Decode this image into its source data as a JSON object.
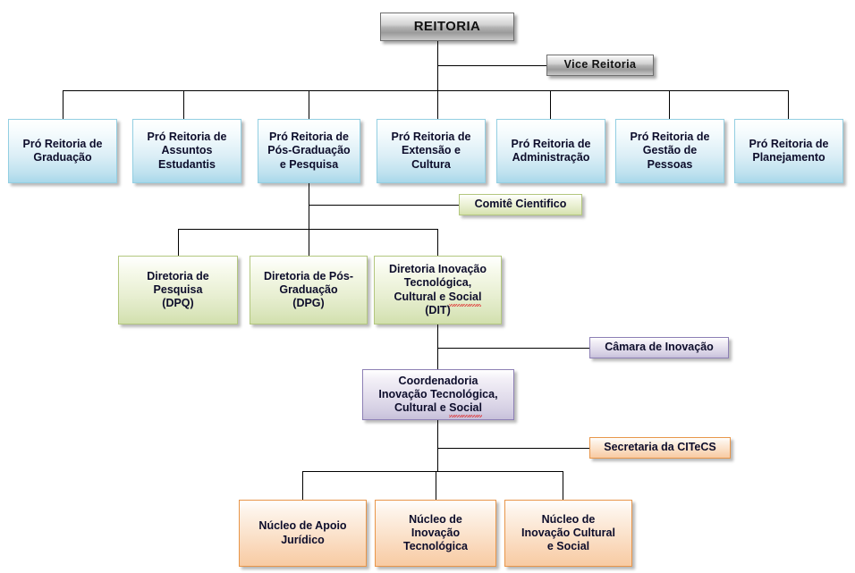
{
  "title": "Organograma REITORIA",
  "colors": {
    "silver": "#b4b4b4",
    "blue": "#a9d8ea",
    "blue_border": "#93cfe2",
    "green": "#d2e0ad",
    "green_border": "#b3c77e",
    "purple": "#c7c0da",
    "purple_border": "#8d80b5",
    "orange": "#f8cba3",
    "orange_border": "#e8964a",
    "line": "#000000",
    "text": "#0d0d2b"
  },
  "nodes": {
    "reitoria": "REITORIA",
    "vice_reitoria": "Vice Reitoria",
    "pro_reitorias": [
      {
        "line1": "Pró Reitoria de",
        "line2": "Graduação",
        "line3": ""
      },
      {
        "line1": "Pró Reitoria de",
        "line2": "Assuntos",
        "line3": "Estudantis"
      },
      {
        "line1": "Pró Reitoria de",
        "line2": "Pós-Graduação",
        "line3": "e Pesquisa"
      },
      {
        "line1": "Pró Reitoria de",
        "line2": "Extensão e",
        "line3": "Cultura"
      },
      {
        "line1": "Pró Reitoria de",
        "line2": "Administração",
        "line3": ""
      },
      {
        "line1": "Pró Reitoria de",
        "line2": "Gestão de",
        "line3": "Pessoas"
      },
      {
        "line1": "Pró Reitoria de",
        "line2": "Planejamento",
        "line3": ""
      }
    ],
    "comite_cientifico": "Comitê Cientifico",
    "diretorias": [
      {
        "line1": "Diretoria de",
        "line2": "Pesquisa",
        "line3": "(DPQ)",
        "line4": ""
      },
      {
        "line1": "Diretoria de Pós-",
        "line2": "Graduação",
        "line3": "(DPG)",
        "line4": ""
      },
      {
        "line1": "Diretoria Inovação",
        "line2": "Tecnológica,",
        "line3": "Cultural e ",
        "line3_misspelled": "Social",
        "line4": "(DIT)"
      }
    ],
    "camara_inovacao": "Câmara de Inovação",
    "coordenadoria": {
      "line1": "Coordenadoria",
      "line2": "Inovação Tecnológica,",
      "line3": "Cultural e ",
      "line3_misspelled": "Social"
    },
    "secretaria": "Secretaria da CITeCS",
    "nucleos": [
      {
        "line1": "Núcleo de Apoio",
        "line2": "Jurídico",
        "line3": ""
      },
      {
        "line1": "Núcleo de",
        "line2": "Inovação",
        "line3": "Tecnológica"
      },
      {
        "line1": "Núcleo de",
        "line2": "Inovação Cultural",
        "line3": "e Social"
      }
    ]
  }
}
